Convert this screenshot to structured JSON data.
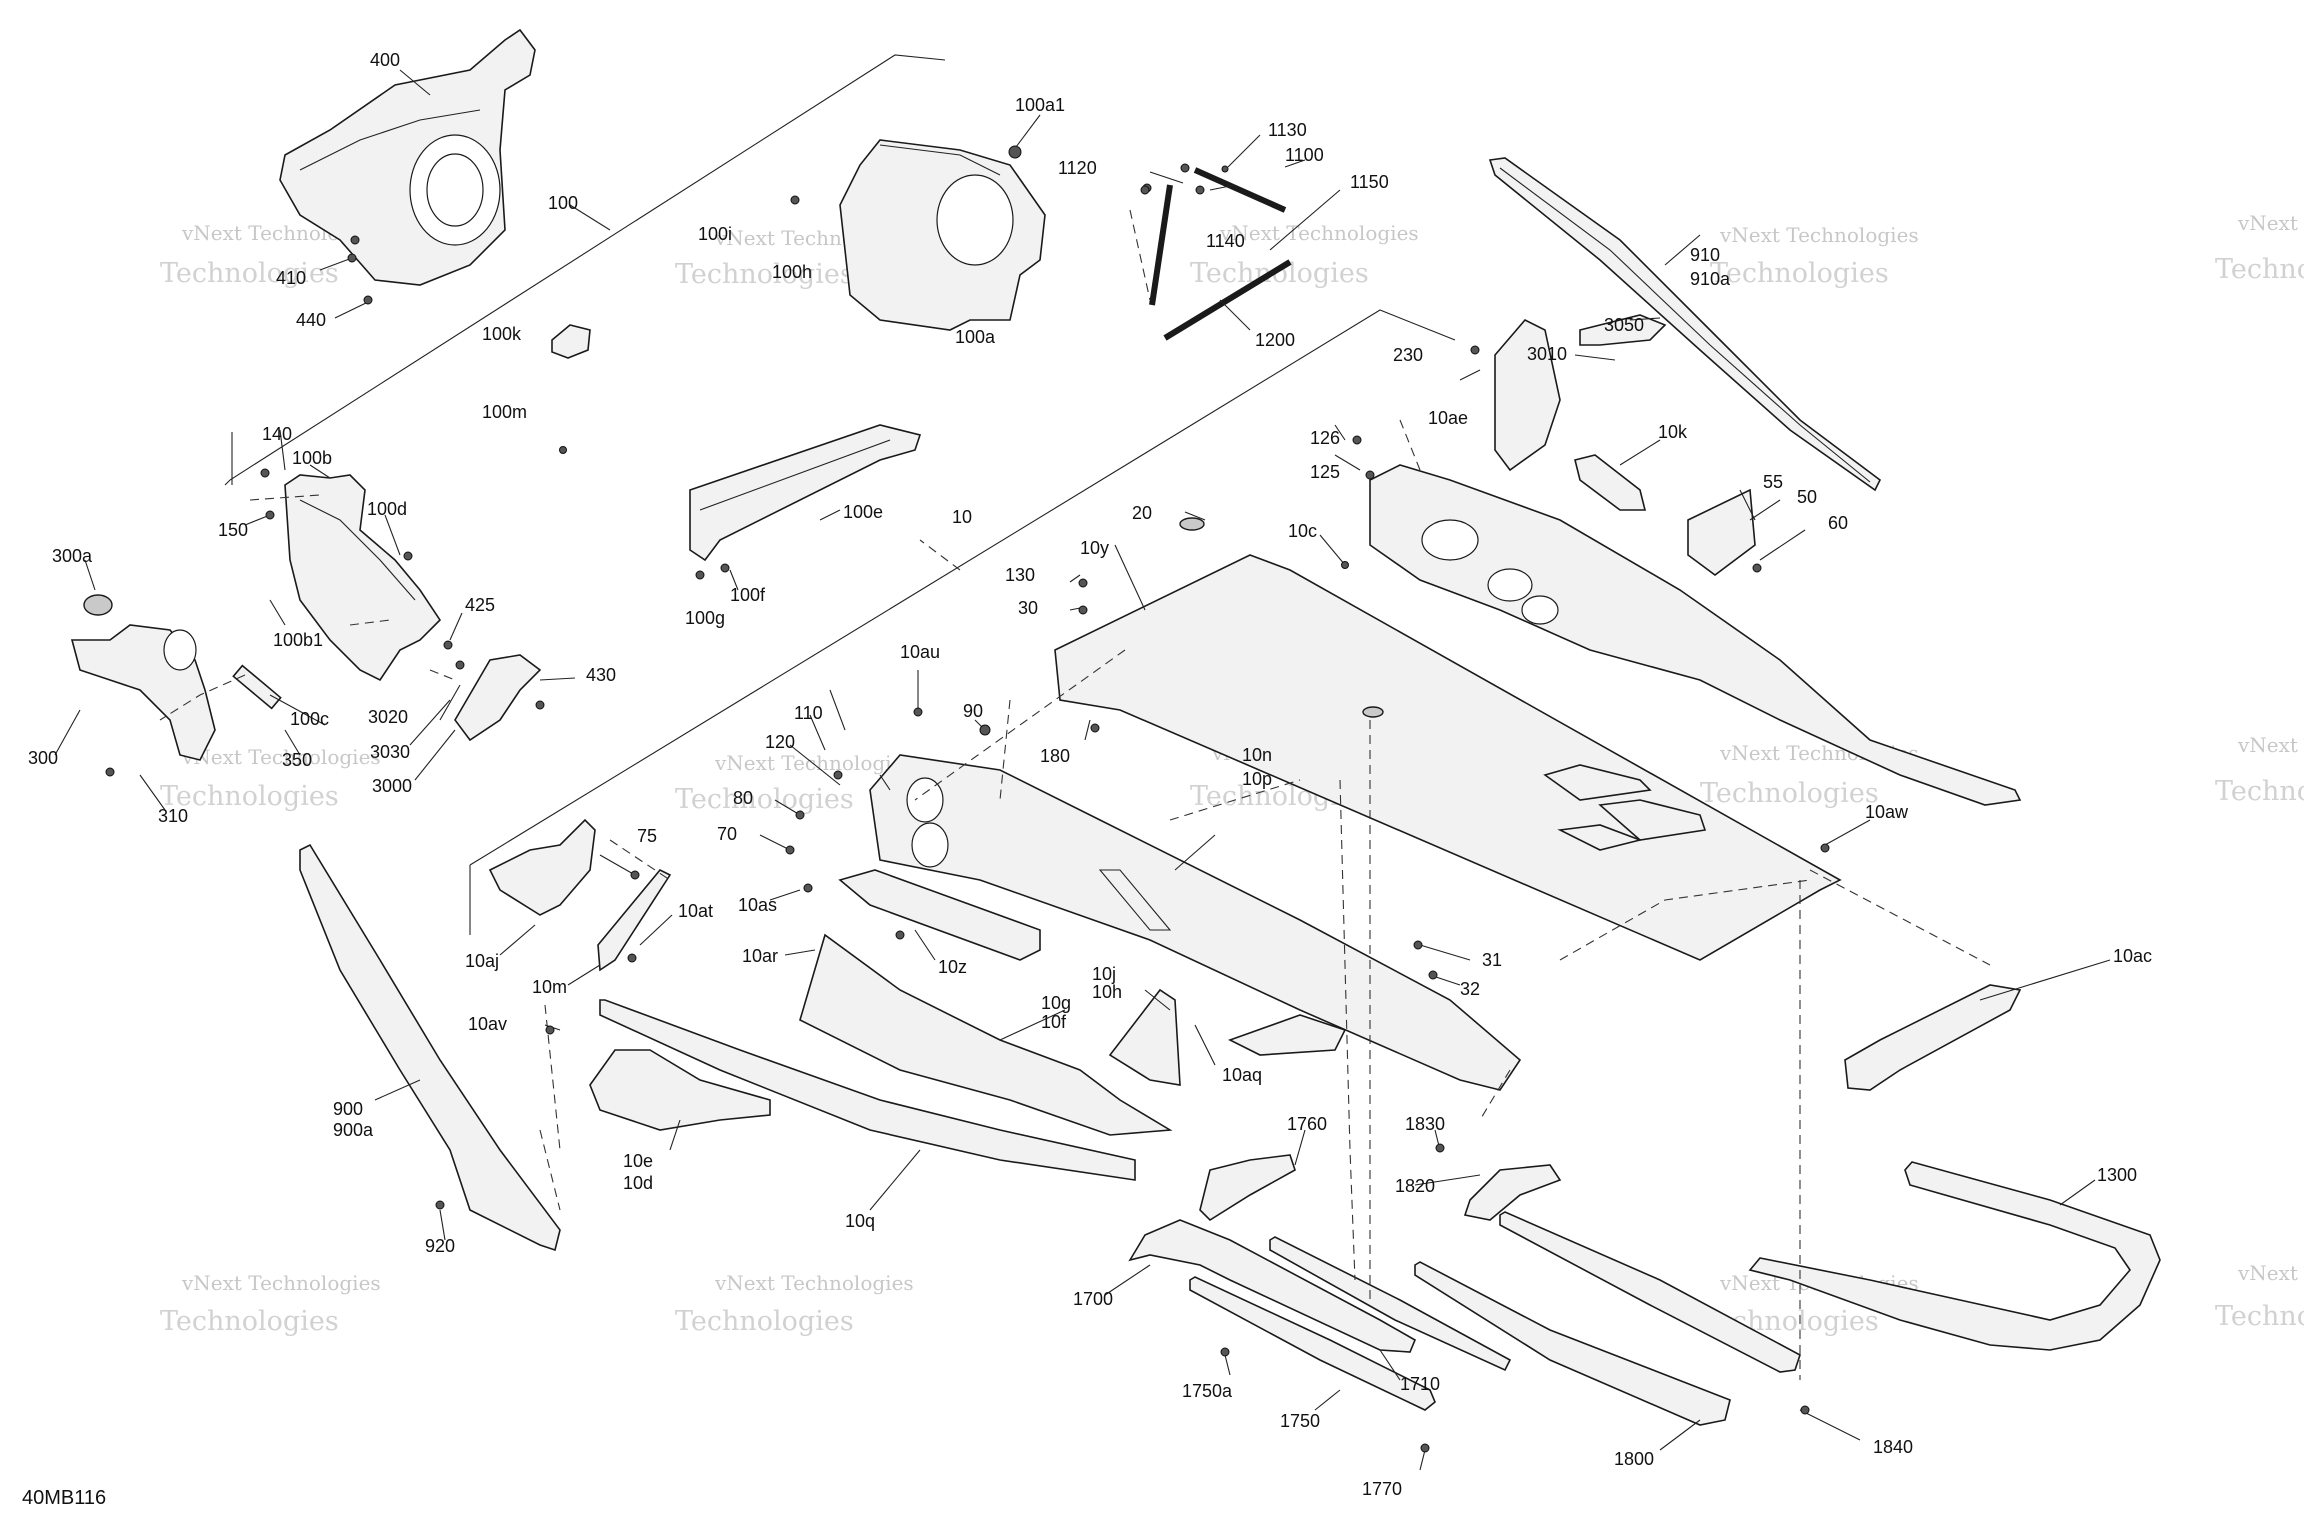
{
  "figure": {
    "code": "40MB116"
  },
  "watermark": {
    "line1": "vNext Technologies",
    "line2": "Technologies"
  },
  "labels": {
    "l400": "400",
    "l100": "100",
    "l410": "410",
    "l440": "440",
    "l100a1": "100a1",
    "l100i": "100i",
    "l100h": "100h",
    "l100a": "100a",
    "l1120": "1120",
    "l1130": "1130",
    "l1100": "1100",
    "l1140": "1140",
    "l1150": "1150",
    "l1200": "1200",
    "l910": "910",
    "l910a": "910a",
    "l100k": "100k",
    "l100m": "100m",
    "l140": "140",
    "l100b": "100b",
    "l150": "150",
    "l100d": "100d",
    "l300a": "300a",
    "l100b1": "100b1",
    "l425": "425",
    "l100c": "100c",
    "l3020": "3020",
    "l430": "430",
    "l3030": "3030",
    "l300": "300",
    "l350": "350",
    "l3000": "3000",
    "l310": "310",
    "l100e": "100e",
    "l100f": "100f",
    "l100g": "100g",
    "l10": "10",
    "l230": "230",
    "l3050": "3050",
    "l3010": "3010",
    "l10ae": "10ae",
    "l10k": "10k",
    "l126": "126",
    "l125": "125",
    "l55": "55",
    "l50": "50",
    "l10c": "10c",
    "l60": "60",
    "l20": "20",
    "l10y": "10y",
    "l130": "130",
    "l30": "30",
    "l180": "180",
    "l10au": "10au",
    "l90": "90",
    "l110": "110",
    "l120": "120",
    "l80": "80",
    "l70": "70",
    "l10as": "10as",
    "l10n": "10n",
    "l10p": "10p",
    "l10aw": "10aw",
    "l75": "75",
    "l10at": "10at",
    "l10aj": "10aj",
    "l10m": "10m",
    "l10ar": "10ar",
    "l10z": "10z",
    "l31": "31",
    "l32": "32",
    "l10ac": "10ac",
    "l10j": "10j",
    "l10h": "10h",
    "l10g": "10g",
    "l10f": "10f",
    "l10av": "10av",
    "l10aq": "10aq",
    "l900": "900",
    "l900a": "900a",
    "l10e": "10e",
    "l10d": "10d",
    "l10q": "10q",
    "l1760": "1760",
    "l1830": "1830",
    "l1820": "1820",
    "l1300": "1300",
    "l920": "920",
    "l1700": "1700",
    "l1710": "1710",
    "l1750a": "1750a",
    "l1750": "1750",
    "l1800": "1800",
    "l1840": "1840",
    "l1770": "1770"
  }
}
